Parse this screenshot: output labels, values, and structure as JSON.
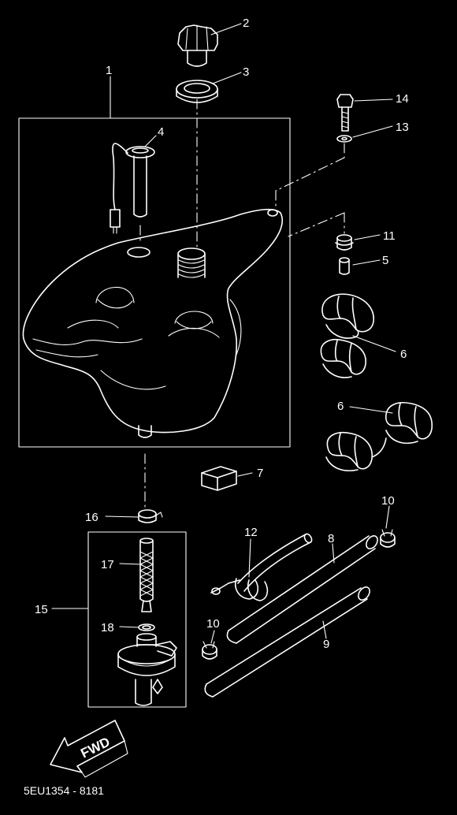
{
  "colors": {
    "background": "#000000",
    "line": "#ffffff"
  },
  "labels": {
    "l1": "1",
    "l2": "2",
    "l3": "3",
    "l4": "4",
    "l5": "5",
    "l6a": "6",
    "l6b": "6",
    "l7": "7",
    "l8": "8",
    "l9": "9",
    "l10a": "10",
    "l10b": "10",
    "l11": "11",
    "l12": "12",
    "l13": "13",
    "l14": "14",
    "l15": "15",
    "l16": "16",
    "l17": "17",
    "l18": "18"
  },
  "fwd_arrow": "FWD",
  "diagram_code": "5EU1354 - 8181"
}
